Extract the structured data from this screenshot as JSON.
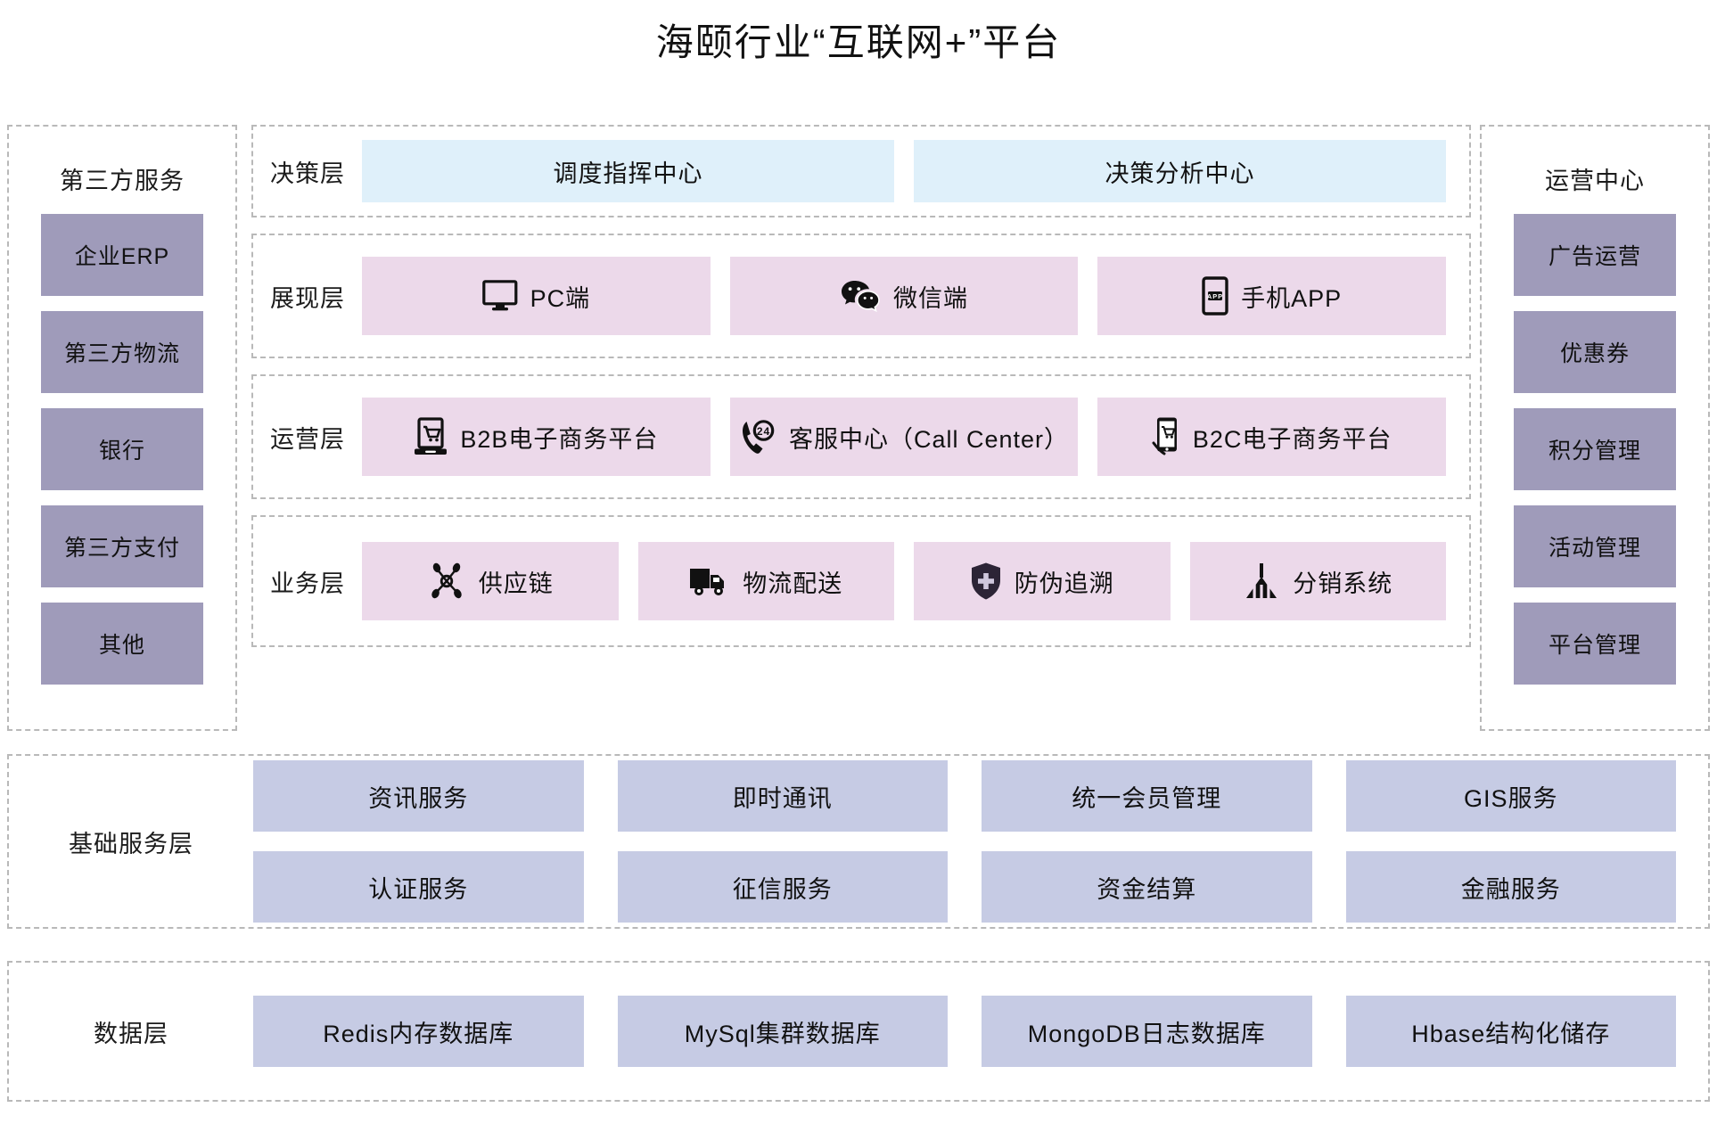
{
  "title": "海颐行业“互联网+”平台",
  "colors": {
    "purple_block": "#9f9bba",
    "pink_block": "#ecd9ea",
    "blue_block": "#dff0fa",
    "periwinkle_block": "#c6cbe4",
    "dashed_border": "#b9b9b9"
  },
  "left_column": {
    "header": "第三方服务",
    "items": [
      {
        "label": "企业ERP"
      },
      {
        "label": "第三方物流"
      },
      {
        "label": "银行"
      },
      {
        "label": "第三方支付"
      },
      {
        "label": "其他"
      }
    ]
  },
  "right_column": {
    "header": "运营中心",
    "items": [
      {
        "label": "广告运营"
      },
      {
        "label": "优惠券"
      },
      {
        "label": "积分管理"
      },
      {
        "label": "活动管理"
      },
      {
        "label": "平台管理"
      }
    ]
  },
  "layers": [
    {
      "label": "决策层",
      "cells": [
        {
          "label": "调度指挥中心",
          "icon": ""
        },
        {
          "label": "决策分析中心",
          "icon": ""
        }
      ]
    },
    {
      "label": "展现层",
      "cells": [
        {
          "label": "PC端",
          "icon": "monitor-icon"
        },
        {
          "label": "微信端",
          "icon": "wechat-icon"
        },
        {
          "label": "手机APP",
          "icon": "mobile-app-icon"
        }
      ]
    },
    {
      "label": "运营层",
      "cells": [
        {
          "label": "B2B电子商务平台",
          "icon": "laptop-cart-icon"
        },
        {
          "label": "客服中心（Call Center）",
          "icon": "phone-24-icon"
        },
        {
          "label": "B2C电子商务平台",
          "icon": "mobile-cart-icon"
        }
      ]
    },
    {
      "label": "业务层",
      "cells": [
        {
          "label": "供应链",
          "icon": "network-icon"
        },
        {
          "label": "物流配送",
          "icon": "truck-icon"
        },
        {
          "label": "防伪追溯",
          "icon": "shield-icon"
        },
        {
          "label": "分销系统",
          "icon": "distribution-icon"
        }
      ]
    }
  ],
  "basic_service_layer": {
    "label": "基础服务层",
    "rows": [
      [
        {
          "label": "资讯服务"
        },
        {
          "label": "即时通讯"
        },
        {
          "label": "统一会员管理"
        },
        {
          "label": "GIS服务"
        }
      ],
      [
        {
          "label": "认证服务"
        },
        {
          "label": "征信服务"
        },
        {
          "label": "资金结算"
        },
        {
          "label": "金融服务"
        }
      ]
    ]
  },
  "data_layer": {
    "label": "数据层",
    "rows": [
      [
        {
          "label": "Redis内存数据库"
        },
        {
          "label": "MySql集群数据库"
        },
        {
          "label": "MongoDB日志数据库"
        },
        {
          "label": "Hbase结构化储存"
        }
      ]
    ]
  }
}
